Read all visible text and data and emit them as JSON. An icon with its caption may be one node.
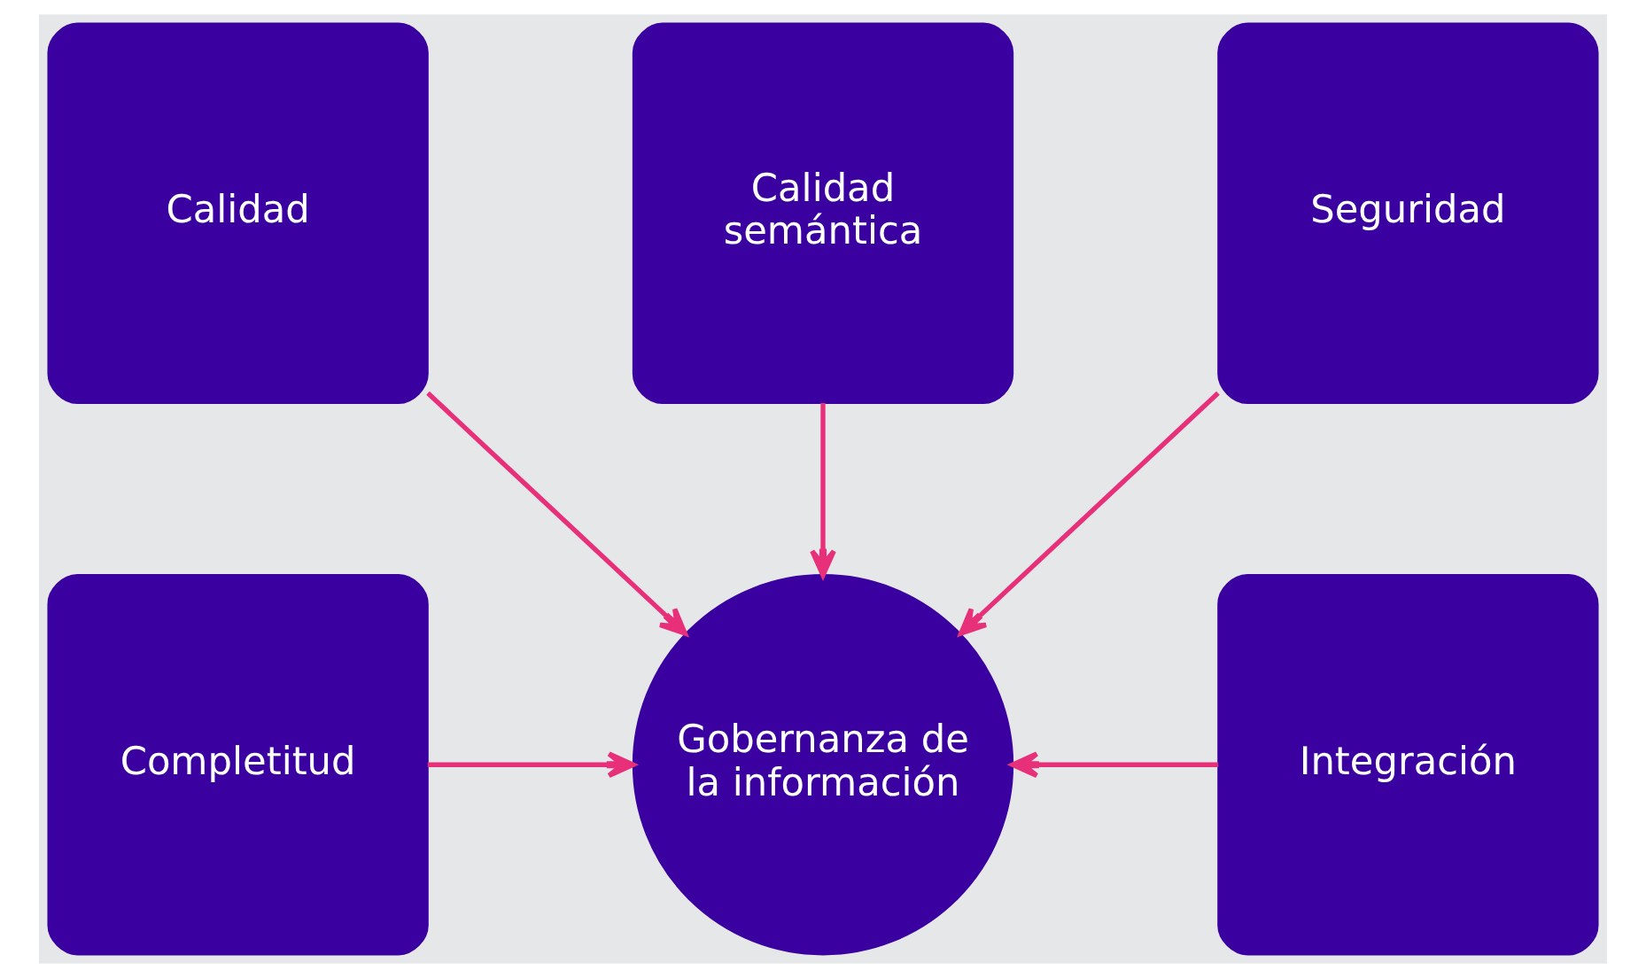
{
  "diagram": {
    "nodes": [
      {
        "text": [
          "Calidad"
        ]
      },
      {
        "text": [
          "Calidad semántica"
        ]
      },
      {
        "text": [
          "Seguridad"
        ]
      },
      {
        "text": [
          "Completitud"
        ]
      },
      {
        "text": [
          "Gobernanza de la información"
        ]
      },
      {
        "text": [
          "Integración"
        ]
      }
    ],
    "edges": [
      {
        "from": 0,
        "to": 4,
        "arrow": "to"
      },
      {
        "from": 1,
        "to": 4,
        "arrow": "to"
      },
      {
        "from": 2,
        "to": 4,
        "arrow": "to"
      },
      {
        "from": 3,
        "to": 4,
        "arrow": "to"
      },
      {
        "from": 5,
        "to": 4,
        "arrow": "to"
      }
    ]
  }
}
